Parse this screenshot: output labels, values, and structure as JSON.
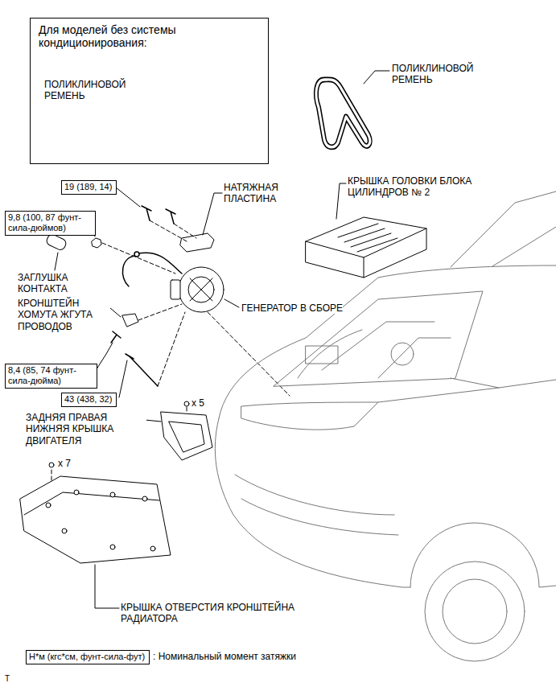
{
  "diagram": {
    "nodes": [
      {
        "text": [
          "Для моделей без системы кондиционирования:"
        ]
      },
      {
        "text": [
          "19 (189, 14)"
        ]
      },
      {
        "text": [
          "9,8 (100, 87 фунт-сила-дюймов)"
        ]
      },
      {
        "text": [
          "8,4 (85, 74 фунт-сила-дюйма)"
        ]
      },
      {
        "text": [
          "43 (438, 32)"
        ]
      },
      {
        "text": [
          "Н*м (кгс*см, фунт-сила-фут)"
        ]
      }
    ],
    "labels": [
      "ПОЛИКЛИНОВОЙ РЕМЕНЬ",
      "ПОЛИКЛИНОВОЙ РЕМЕНЬ",
      "НАТЯЖНАЯ ПЛАСТИНА",
      "КРЫШКА ГОЛОВКИ БЛОКА ЦИЛИНДРОВ № 2",
      "ЗАГЛУШКА КОНТАКТА",
      "КРОНШТЕЙН ХОМУТА ЖГУТА ПРОВОДОВ",
      "ГЕНЕРАТОР В СБОРЕ",
      "x 5",
      "ЗАДНЯЯ ПРАВАЯ НИЖНЯЯ КРЫШКА ДВИГАТЕЛЯ",
      "x 7",
      "КРЫШКА ОТВЕРСТИЯ КРОНШТЕЙНА РАДИАТОРА",
      ": Номинальный момент затяжки",
      "T"
    ]
  }
}
